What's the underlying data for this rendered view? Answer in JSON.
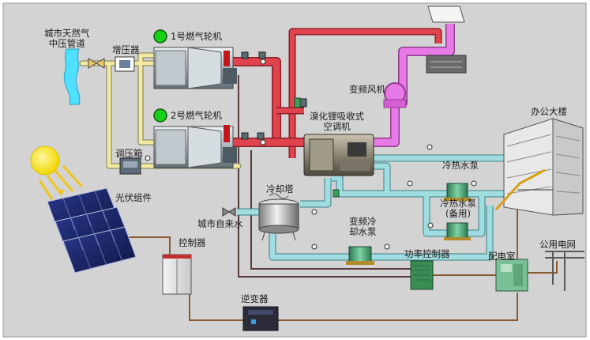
{
  "labels": {
    "city_gas": "城市天然气\n中压管道",
    "booster": "增压器",
    "turbine1": "1号燃气轮机",
    "turbine2": "2号燃气轮机",
    "vfd_fan": "变频风机",
    "chiller": "溴化锂吸收式\n空调机",
    "pressure_box": "调压箱",
    "pv": "光伏组件",
    "cooling_tower": "冷却塔",
    "city_water": "城市自来水",
    "vfd_cool_pump": "变频冷\n却水泵",
    "hot_water_pump": "冷热水泵",
    "hot_water_pump_backup": "冷热水泵\n(备用)",
    "office": "办公大楼",
    "controller": "控制器",
    "power_controller": "功率控制器",
    "distribution_room": "配电室",
    "public_grid": "公用电网",
    "inverter": "逆变器"
  },
  "colors": {
    "background": "#d3d3d3",
    "exhaust_pipe": "#e0454f",
    "fan_duct": "#e77ae6",
    "gas_pipe": "#f3eaa2",
    "water_pipe": "#9fdde0",
    "electric_line": "#8a5a2e",
    "dark_pipe": "#5a3a3a",
    "turbine_indicator": "#17d017"
  }
}
